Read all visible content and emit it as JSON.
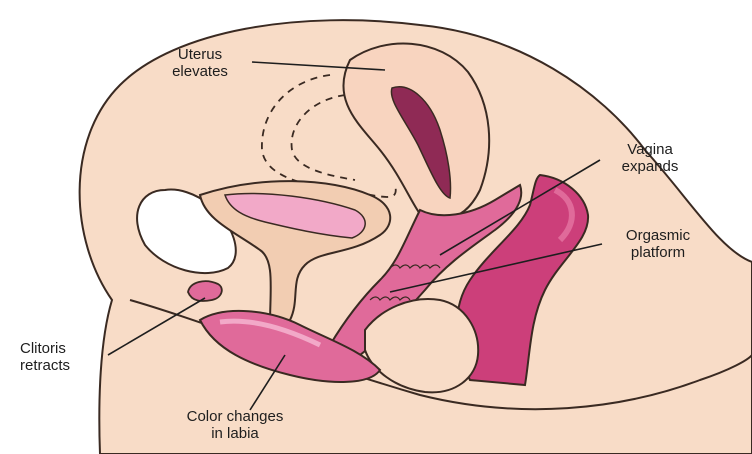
{
  "labels": {
    "uterus": [
      "Uterus",
      "elevates"
    ],
    "vagina": [
      "Vagina",
      "expands"
    ],
    "orgasmic": [
      "Orgasmic",
      "platform"
    ],
    "clitoris": [
      "Clitoris",
      "retracts"
    ],
    "labia": [
      "Color changes",
      "in labia"
    ]
  },
  "colors": {
    "skin": "#f8dcc7",
    "skin_dark": "#f2cdb2",
    "pink": "#e06a9a",
    "pink_light": "#f2a9c8",
    "magenta": "#cc3f7a",
    "maroon": "#8f2a55",
    "outline": "#3a2a22"
  }
}
